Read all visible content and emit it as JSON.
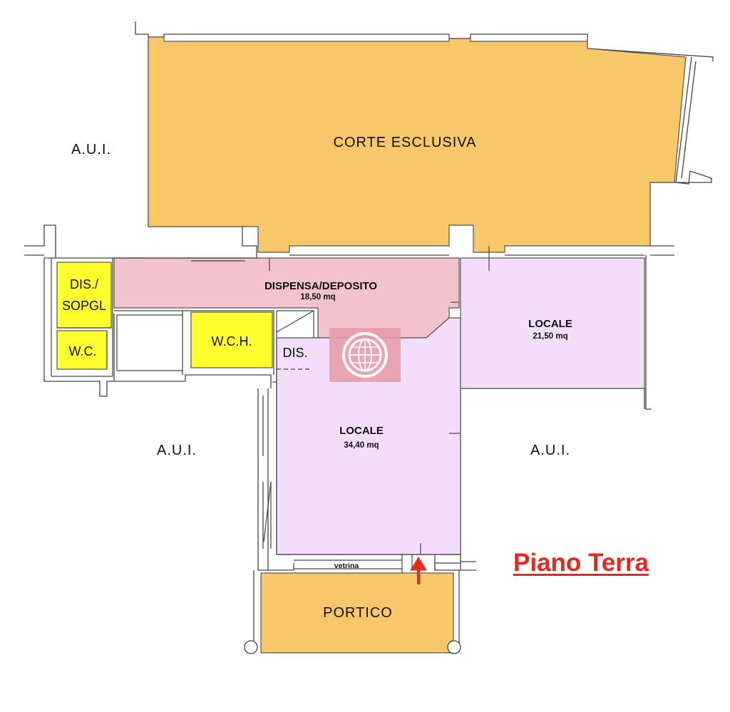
{
  "plan_title": "Piano Terra",
  "colors": {
    "courtyard": "#f7c76a",
    "pantry": "#f2c3cb",
    "shop": "#f2def9",
    "service": "#ffff2e",
    "title": "#e8281a",
    "arrow": "#e8281a",
    "wall": "#444444"
  },
  "rooms": {
    "corte": {
      "label": "CORTE ESCLUSIVA"
    },
    "dispensa": {
      "label": "DISPENSA/DEPOSITO",
      "area": "18,50 mq"
    },
    "locale_right": {
      "label": "LOCALE",
      "area": "21,50 mq"
    },
    "locale_main": {
      "label": "LOCALE",
      "area": "34,40 mq"
    },
    "dis_sopgl": {
      "label_line1": "DIS./",
      "label_line2": "SOPGL"
    },
    "wc": {
      "label": "W.C."
    },
    "wch": {
      "label": "W.C.H."
    },
    "dis": {
      "label": "DIS."
    },
    "portico": {
      "label": "PORTICO"
    }
  },
  "neighbours": {
    "top_left": "A.U.I.",
    "mid_left": "A.U.I.",
    "mid_right": "A.U.I."
  },
  "vetrina_label": "vetrina",
  "entrance_arrow_icon": "entrance-arrow-icon",
  "watermark_icon": "globe-logo-icon"
}
